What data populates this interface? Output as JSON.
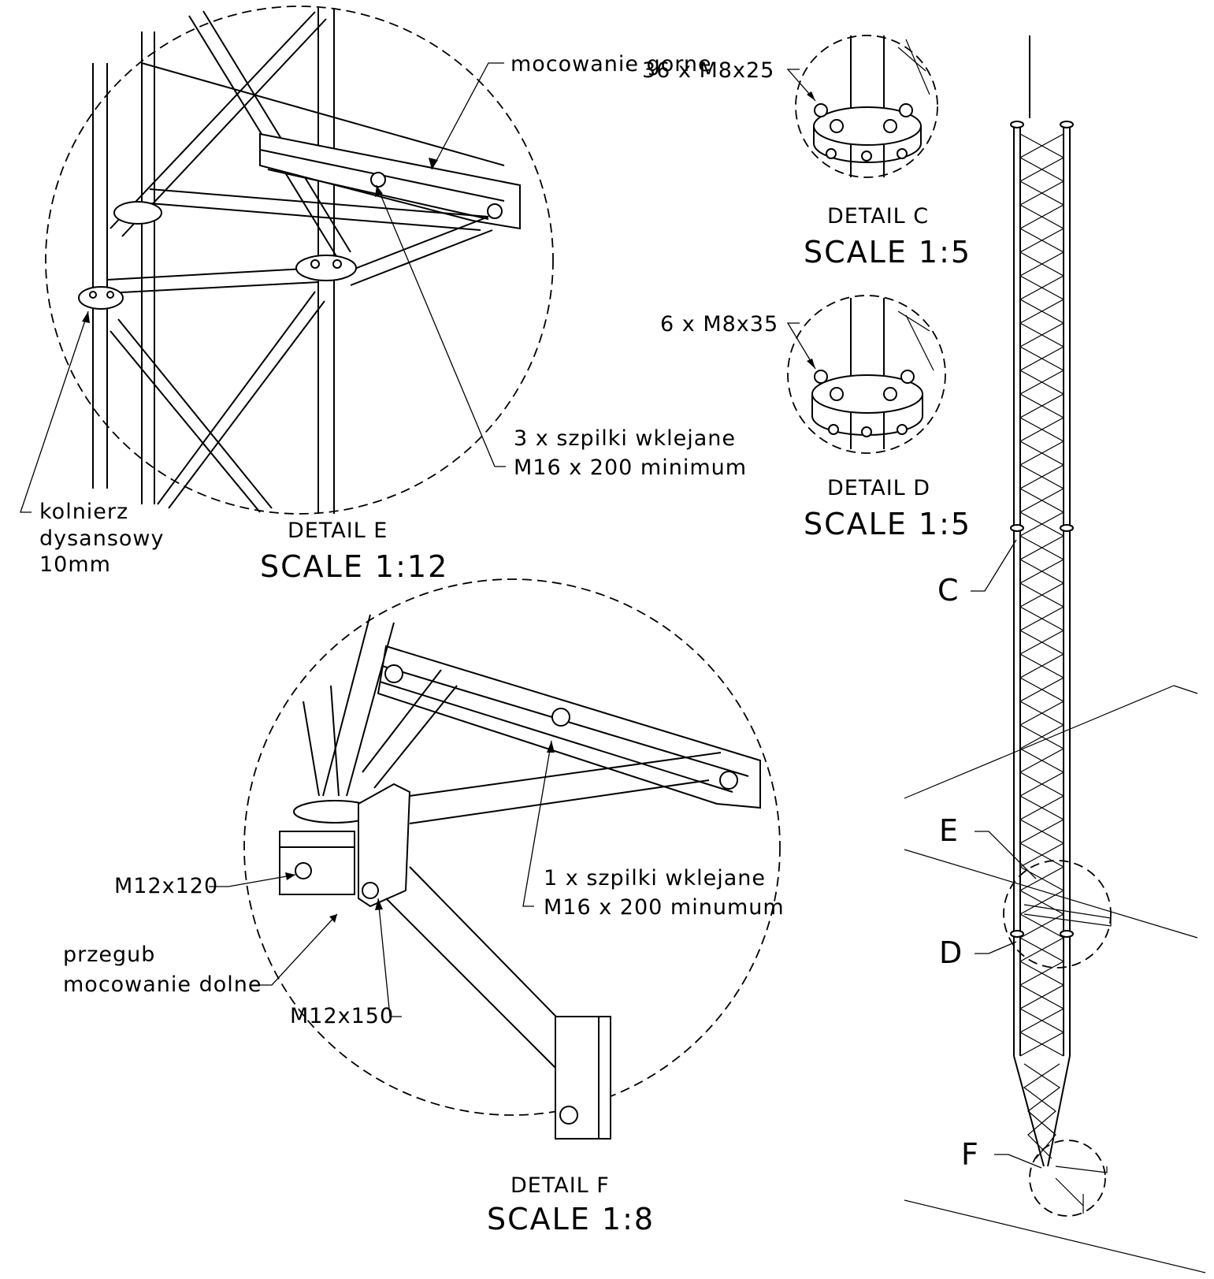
{
  "details": {
    "E": {
      "detail_label": "DETAIL E",
      "scale_label": "SCALE 1:12"
    },
    "C": {
      "detail_label": "DETAIL C",
      "scale_label": "SCALE 1:5"
    },
    "D": {
      "detail_label": "DETAIL D",
      "scale_label": "SCALE 1:5"
    },
    "F": {
      "detail_label": "DETAIL F",
      "scale_label": "SCALE 1:8"
    }
  },
  "annotations": {
    "mocowanie_gorne": "mocowanie gorne",
    "bolts_c": "36 x M8x25",
    "bolts_d": "6 x M8x35",
    "szpilki_e_line1": "3 x szpilki wklejane",
    "szpilki_e_line2": "M16 x 200 minimum",
    "kolnierz_line1": "kolnierz",
    "kolnierz_line2": "dysansowy",
    "kolnierz_line3": "10mm",
    "szpilki_f_line1": "1 x szpilki wklejane",
    "szpilki_f_line2": "M16 x 200 minumum",
    "m12x120": "M12x120",
    "przegub_line1": "przegub",
    "przegub_line2": "mocowanie dolne",
    "m12x150": "M12x150"
  },
  "callouts": {
    "C": "C",
    "D": "D",
    "E": "E",
    "F": "F"
  }
}
